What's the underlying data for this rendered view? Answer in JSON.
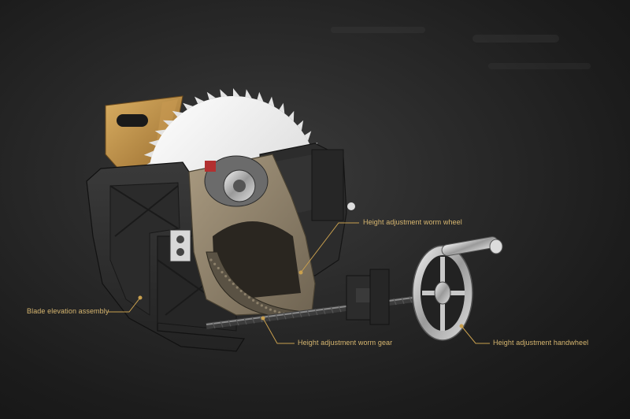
{
  "labels": {
    "worm_wheel": "Height adjustment worm wheel",
    "blade_elevation": "Blade elevation assembly",
    "worm_gear": "Height adjustment worm gear",
    "handwheel": "Height adjustment handwheel"
  },
  "colors": {
    "background": "#252525",
    "callout": "#c9a04e",
    "label_text": "#d8b770",
    "housing": "#2f2f2f",
    "bracket": "#8a7d68",
    "blade": "#e9e9e9",
    "wooden_guard": "#b58a48",
    "chrome": "#cfcfcf"
  },
  "icons": {
    "saw_assembly": "table-saw-blade-elevation-mechanism"
  }
}
